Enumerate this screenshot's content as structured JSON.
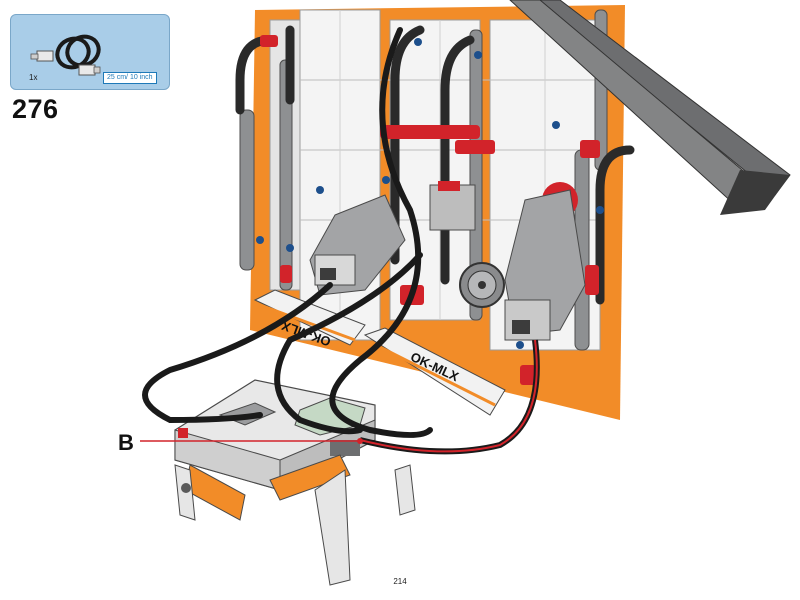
{
  "part_callout": {
    "quantity": "1x",
    "cable_length": "25 cm/ 10 inch",
    "part_icon": "connector-cable-coil-icon"
  },
  "step_number": "276",
  "callout_label": "B",
  "illustration": {
    "beam_text_1": "OK-MLX",
    "beam_text_2": "OK-MLX",
    "icon": "lego-model-assembly-illustration"
  },
  "page_number": "214",
  "colors": {
    "callout_bg": "#a9cde8",
    "frame_orange": "#f28c28",
    "cable": "#1a1a1a",
    "accent_red": "#d2232a",
    "beam_grey": "#6d6e70"
  }
}
